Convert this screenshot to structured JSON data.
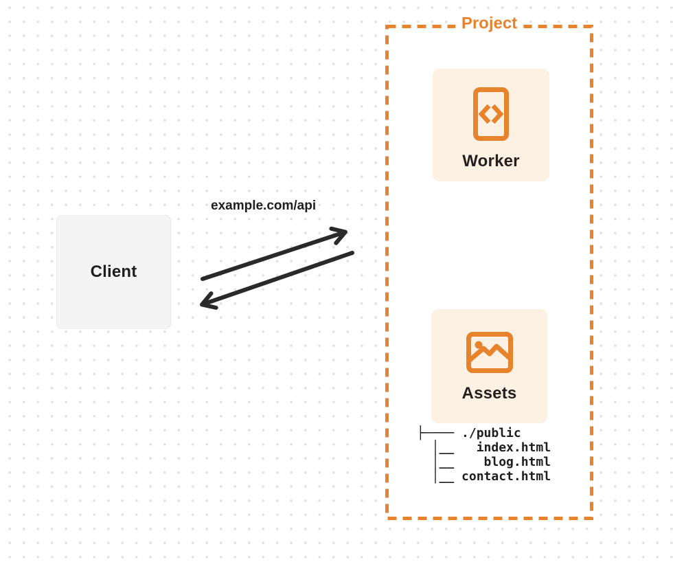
{
  "colors": {
    "accent_orange": "#e8832d",
    "card_background": "#fcf1e3",
    "client_background": "#f4f4f5",
    "text_dark": "#1e1e1e",
    "arrow": "#2a2a2a",
    "dot_grid": "#e2e2e2"
  },
  "client": {
    "label": "Client"
  },
  "request": {
    "label": "example.com/api"
  },
  "project": {
    "label": "Project",
    "worker": {
      "label": "Worker",
      "icon": "code-document-icon"
    },
    "assets": {
      "label": "Assets",
      "icon": "image-icon"
    },
    "file_tree": "├──── ./public\n  │__   index.html\n  │__    blog.html\n  │__ contact.html"
  }
}
